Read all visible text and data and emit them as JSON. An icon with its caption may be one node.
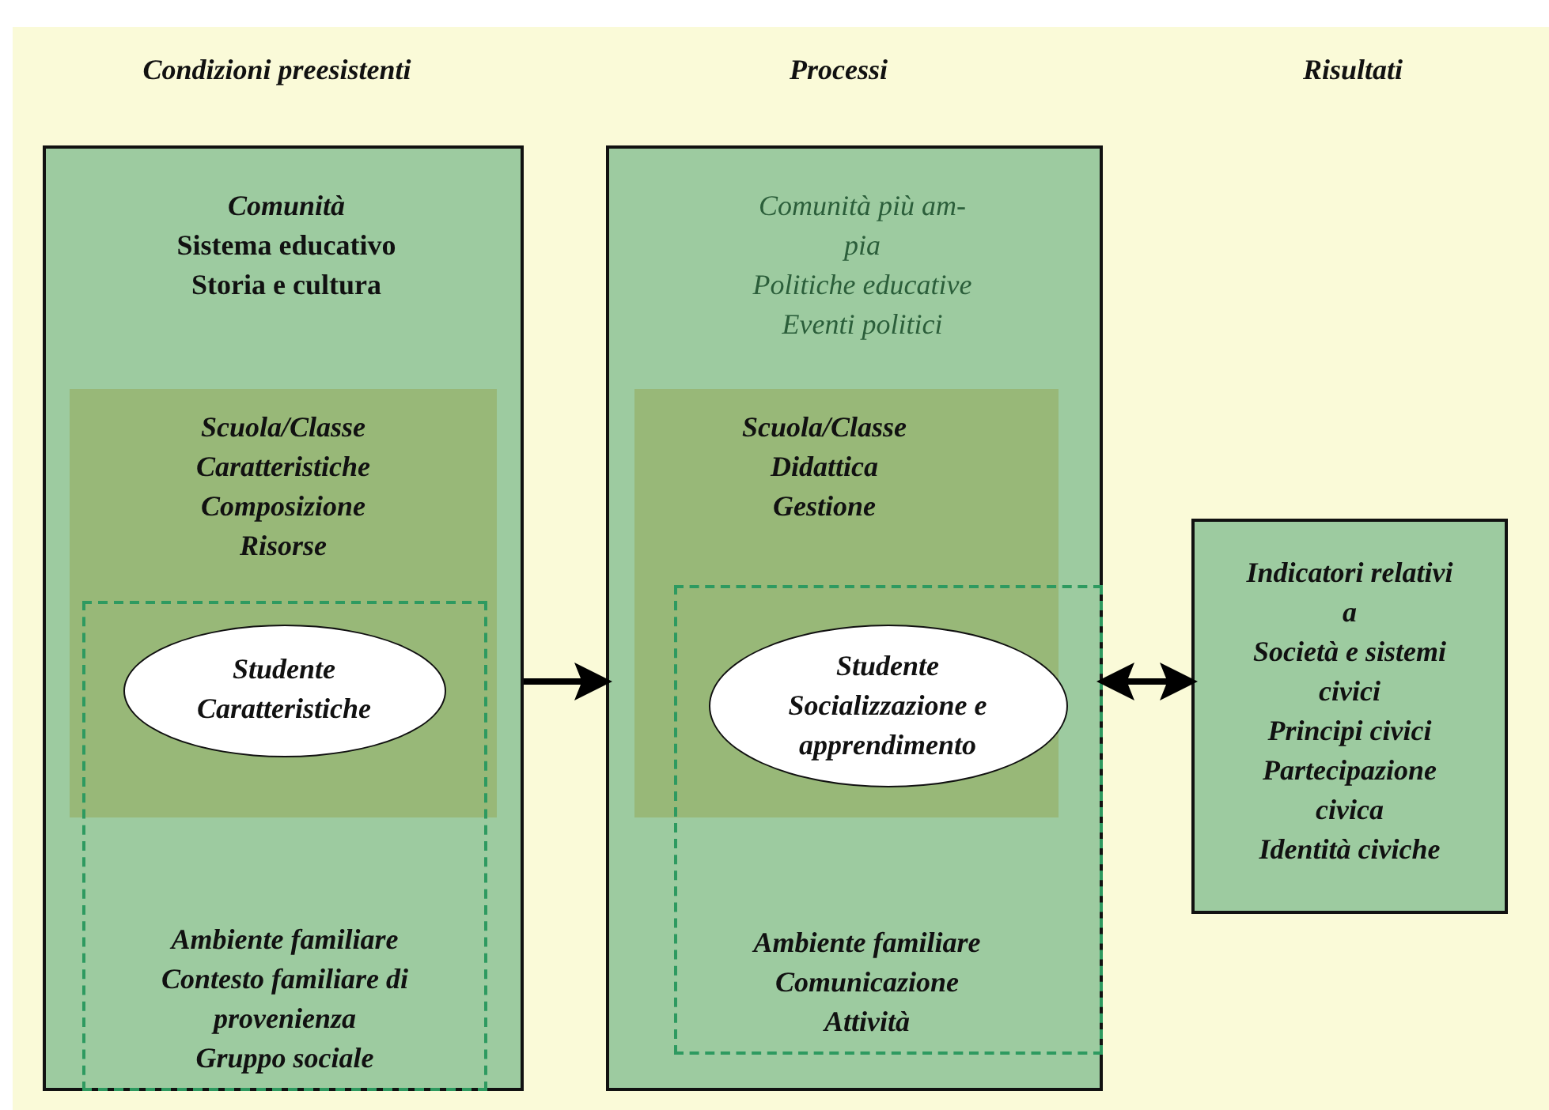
{
  "diagram": {
    "nodes": [
      {
        "text": [
          "Comunità",
          "Sistema educativo",
          "Storia e cultura"
        ]
      },
      {
        "text": [
          "Scuola/Classe",
          "Caratteristiche",
          "Composizione",
          "Risorse"
        ],
        "in": 0
      },
      {
        "text": [
          "Ambiente familiare",
          "Contesto familiare di provenienza",
          "Gruppo sociale"
        ],
        "in": 0
      },
      {
        "text": [
          "Studente",
          "Caratteristiche"
        ]
      },
      {
        "text": [
          "Comunità più am- pia",
          "Politiche educative",
          "Eventi politici"
        ]
      },
      {
        "text": [
          "Scuola/Classe",
          "Didattica",
          "Gestione"
        ],
        "in": 4
      },
      {
        "text": [
          "Ambiente familiare",
          "Comunicazione",
          "Attività"
        ],
        "in": 4
      },
      {
        "text": [
          "Studente",
          "Socializzazione e apprendimento"
        ]
      },
      {
        "text": [
          "Indicatori relativi a",
          "Società e sistemi civici",
          "Principi civici",
          "Partecipazione civica",
          "Identità civiche"
        ]
      }
    ],
    "edges": [
      {
        "from": 0,
        "to": 4,
        "arrow": "to"
      },
      {
        "from": 4,
        "to": 8,
        "arrow": "both"
      }
    ],
    "labels": [
      "Condizioni preesistenti",
      "Processi",
      "Risultati"
    ]
  }
}
